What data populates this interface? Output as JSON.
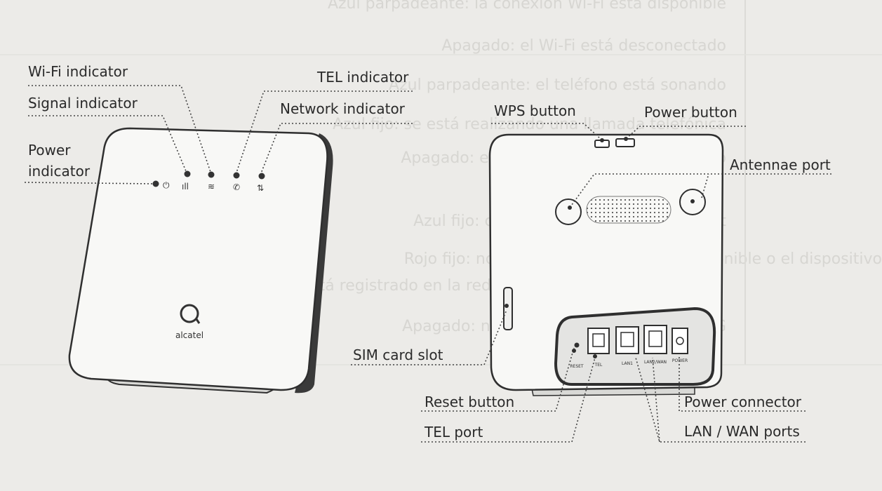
{
  "callouts": {
    "wifi_indicator": "Wi-Fi indicator",
    "signal_indicator": "Signal indicator",
    "power_indicator_line1": "Power",
    "power_indicator_line2": "indicator",
    "tel_indicator": "TEL indicator",
    "network_indicator": "Network indicator",
    "wps_button": "WPS button",
    "power_button": "Power button",
    "antennae_port": "Antennae port",
    "sim_card_slot": "SIM card slot",
    "reset_button": "Reset button",
    "tel_port": "TEL port",
    "power_connector": "Power connector",
    "lan_wan_ports": "LAN / WAN ports"
  },
  "device_markings": {
    "brand": "alcatel",
    "port_reset": "RESET",
    "port_tel": "TEL",
    "port_lan1": "LAN1",
    "port_lan_wan": "LAN2/WAN",
    "port_power": "POWER"
  },
  "background_text": [
    "Azul parpadeante: la conexión Wi-Fi está disponible",
    "Apagado: el Wi-Fi está desconectado",
    "Azul parpadeante: el teléfono está sonando",
    "Azul fijo: se está realizando una llamada telefónica",
    "Apagado: el teléfono no se está utilizando",
    "Azul fijo: conectado a 2G/3G/4G Internet",
    "Rojo fijo: no hay ninguna micro-SIM disponible o el dispositivo",
    "no está registrado en la red",
    "Apagado: no está registrado en 2G/3G/4G"
  ],
  "colors": {
    "paper": "#ecebe8",
    "device_body": "#f7f7f5",
    "outline": "#2f2f2f",
    "leader_line": "#444444"
  }
}
